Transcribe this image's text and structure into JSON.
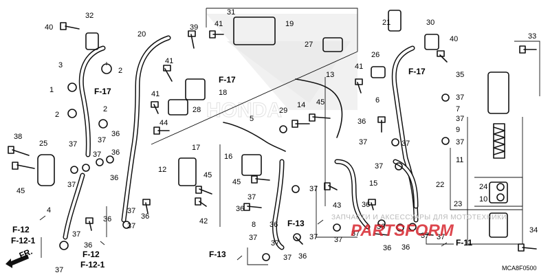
{
  "diagram_code": "MCA8F0500",
  "direction_label": "FR.",
  "background_logo": "HONDA",
  "watermark": {
    "text": "ЗАПЧАСТИ И АКСЕССУАРЫ ДЛЯ МОТОТЕХНИКИ",
    "logo": "PARTSFORM"
  },
  "section_refs": [
    "F-17",
    "F-17",
    "F-17",
    "F-12",
    "F-12-1",
    "F-12",
    "F-12-1",
    "F-13",
    "F-13",
    "F-11"
  ],
  "callouts": [
    "40",
    "32",
    "3",
    "1",
    "2",
    "38",
    "25",
    "45",
    "4",
    "37",
    "20",
    "2",
    "2",
    "36",
    "37",
    "36",
    "37",
    "36",
    "37",
    "36",
    "36",
    "37",
    "37",
    "37",
    "5",
    "12",
    "39",
    "41",
    "41",
    "44",
    "41",
    "31",
    "19",
    "18",
    "17",
    "28",
    "27",
    "29",
    "14",
    "45",
    "13",
    "16",
    "45",
    "45",
    "42",
    "15",
    "43",
    "36",
    "37",
    "37",
    "36",
    "21",
    "26",
    "41",
    "6",
    "36",
    "37",
    "37",
    "30",
    "40",
    "35",
    "37",
    "7",
    "37",
    "9",
    "37",
    "11",
    "22",
    "24",
    "10",
    "23",
    "33",
    "34",
    "37",
    "36",
    "8",
    "37",
    "36",
    "36",
    "37",
    "37",
    "36",
    "37",
    "37",
    "36",
    "37",
    "36",
    "37",
    "37",
    "37"
  ],
  "icons": [
    "direction-arrow-icon",
    "honda-wing-logo",
    "partsform-logo"
  ]
}
